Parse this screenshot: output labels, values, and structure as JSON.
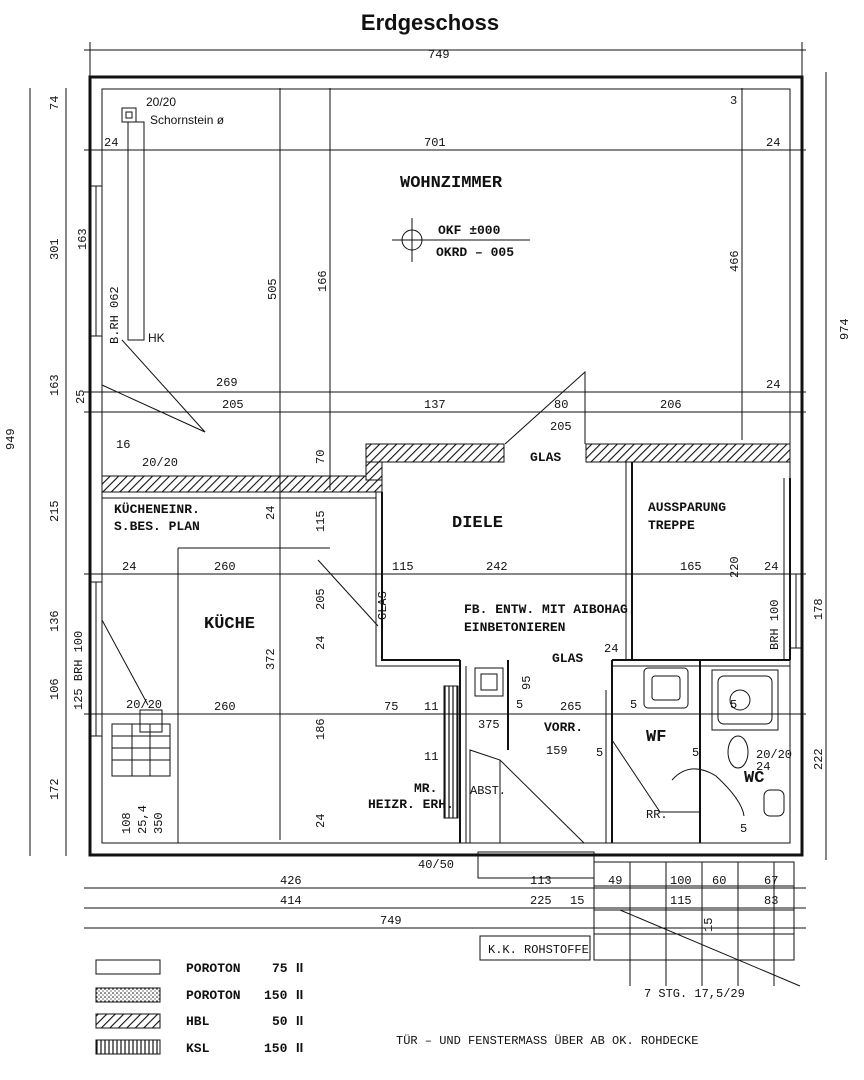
{
  "title": "Erdgeschoss",
  "rooms": {
    "wohnzimmer": "WOHNZIMMER",
    "diele": "DIELE",
    "kueche": "KÜCHE",
    "wf": "WF",
    "wc": "WC"
  },
  "notes": {
    "okf": "OKF   ±000",
    "okrd": "OKRD  – 005",
    "schornstein_size": "20/20",
    "schornstein": "Schornstein ø",
    "hk": "HK",
    "brh_left": "B.RH  062",
    "kuecheneinr_1": "KÜCHENEINR.",
    "kuecheneinr_2": "S.BES. PLAN",
    "aussparung_1": "AUSSPARUNG",
    "aussparung_2": "TREPPE",
    "fb_1": "FB. ENTW. MIT AIBOHAG.",
    "fb_2": "EINBETONIEREN",
    "glas_top": "GLAS",
    "glas_mid": "GLAS",
    "glas_vert": "GLAS",
    "brh_right": "BRH 100",
    "brh_left2": "125  BRH 100",
    "mr_1": "MR.",
    "mr_2": "HEIZR. ERH.",
    "abst": "ABST.",
    "vorr": "VORR.",
    "rr": "RR.",
    "stair_box_1": "108",
    "stair_box_2": "25,4",
    "stair_box_3": "350",
    "kk": "K.K. ROHSTOFFE",
    "stg": "7 STG. 17,5/29",
    "footer": "TÜR – UND FENSTERMASS ÜBER AB OK. ROHDECKE"
  },
  "dimensions": {
    "top_overall": "749",
    "right_overall": "974",
    "left_overall": "949",
    "left_74": "74",
    "left_301": "301",
    "left_163a": "163",
    "left_163b": "163",
    "left_25": "25",
    "left_215": "215",
    "left_136": "136",
    "left_106": "106",
    "left_172": "172",
    "right_466": "466",
    "right_178": "178",
    "right_222": "222",
    "d701": "701",
    "d24_a": "24",
    "d24_b": "24",
    "d24_c": "24",
    "d24_d": "24",
    "d24_e": "24",
    "d24_f": "24",
    "d24_g": "24",
    "d24_h": "24",
    "d24_i": "24",
    "d24_j": "24",
    "d505": "505",
    "d166": "166",
    "d2695": "269",
    "d2055": "205",
    "d137": "137",
    "d805": "80",
    "d206": "206",
    "d205b": "205",
    "d16": "16",
    "d2020a": "20/20",
    "d70": "70",
    "d1155": "115",
    "d115": "115",
    "d2425": "242",
    "d165": "165",
    "d220": "220",
    "d2605a": "260",
    "d2605b": "260",
    "d3725": "372",
    "d205c": "205",
    "d755": "75",
    "d115b": "11",
    "d115c": "11",
    "d375": "375",
    "d95": "95",
    "d2655": "265",
    "d1595": "159",
    "d186": "186",
    "d2020b": "20/20",
    "d2020c": "20/20",
    "d5_a": "5",
    "d5_b": "5",
    "d5_c": "5",
    "d5_d": "5",
    "d5_e": "5",
    "d5_f": "5",
    "d3": "3",
    "d4050": "40/50",
    "d426": "426",
    "d414": "414",
    "d749b": "749",
    "d1135": "113",
    "d225": "225",
    "d15": "15",
    "d49": "49",
    "d100": "100",
    "d60": "60",
    "d675": "67",
    "d115d": "115",
    "d83": "83",
    "d15b": "15",
    "sup5": "5"
  },
  "legend": [
    {
      "name": "POROTON",
      "value": "75",
      "unit": "II",
      "pattern": "blank"
    },
    {
      "name": "POROTON",
      "value": "150",
      "unit": "II",
      "pattern": "dots"
    },
    {
      "name": "HBL",
      "value": "50",
      "unit": "II",
      "pattern": "hatch"
    },
    {
      "name": "KSL",
      "value": "150",
      "unit": "II",
      "pattern": "vlines"
    }
  ]
}
